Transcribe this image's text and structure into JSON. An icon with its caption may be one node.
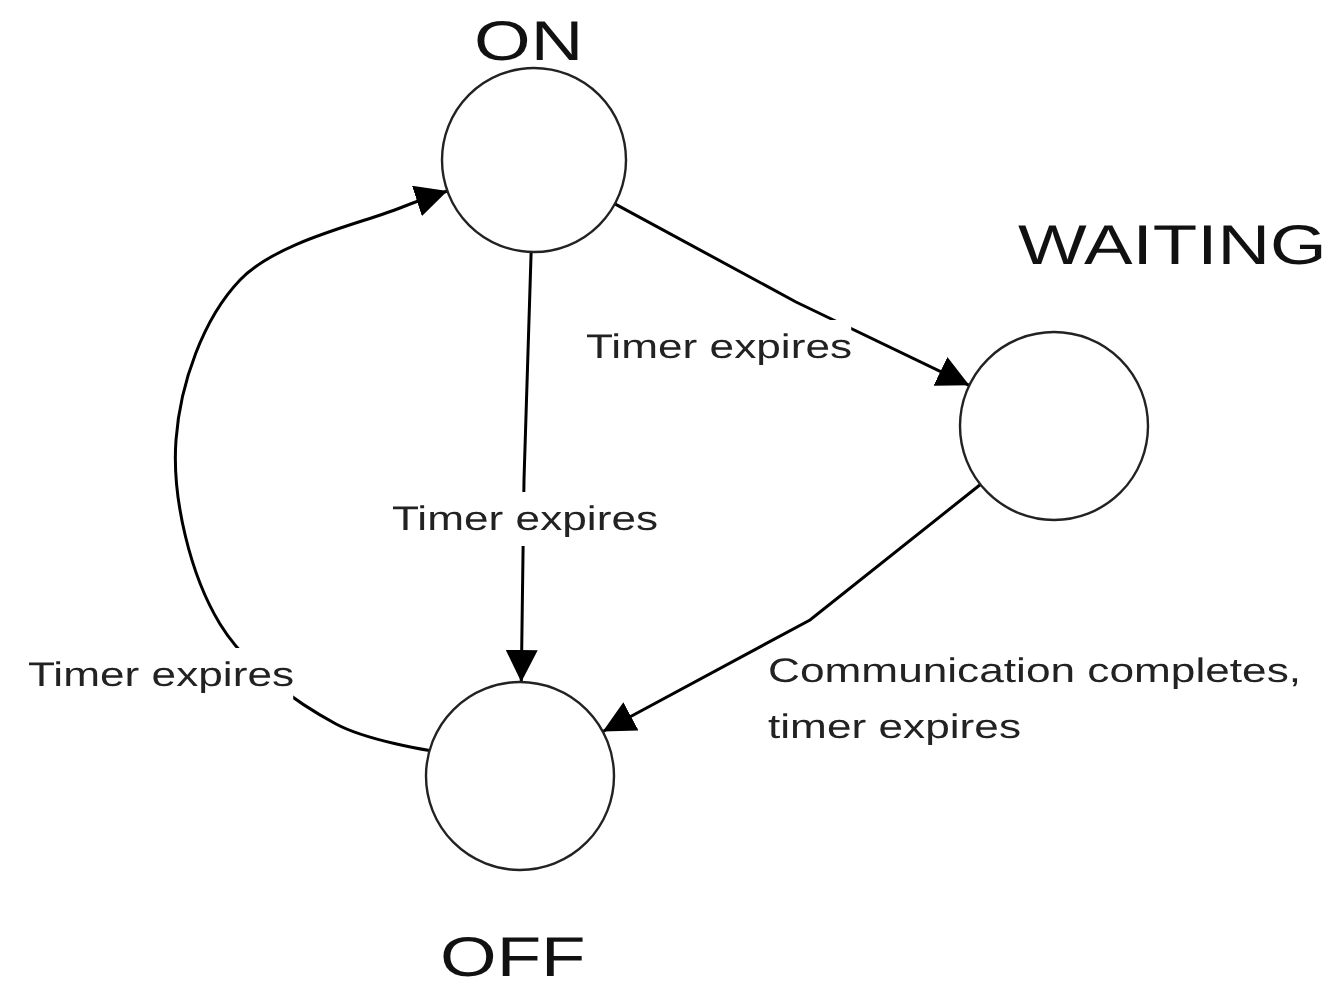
{
  "diagram": {
    "nodes": [
      {
        "text": [
          "ON"
        ]
      },
      {
        "text": [
          "WAITING"
        ]
      },
      {
        "text": [
          "OFF"
        ]
      }
    ],
    "edges": [
      {
        "from": 0,
        "to": 1,
        "arrow": "to",
        "label": "Timer expires"
      },
      {
        "from": 0,
        "to": 2,
        "arrow": "to",
        "label": "Timer expires"
      },
      {
        "from": 1,
        "to": 2,
        "arrow": "to",
        "label": "Communication completes, timer expires"
      },
      {
        "from": 2,
        "to": 0,
        "arrow": "to",
        "label": "Timer expires"
      }
    ]
  }
}
